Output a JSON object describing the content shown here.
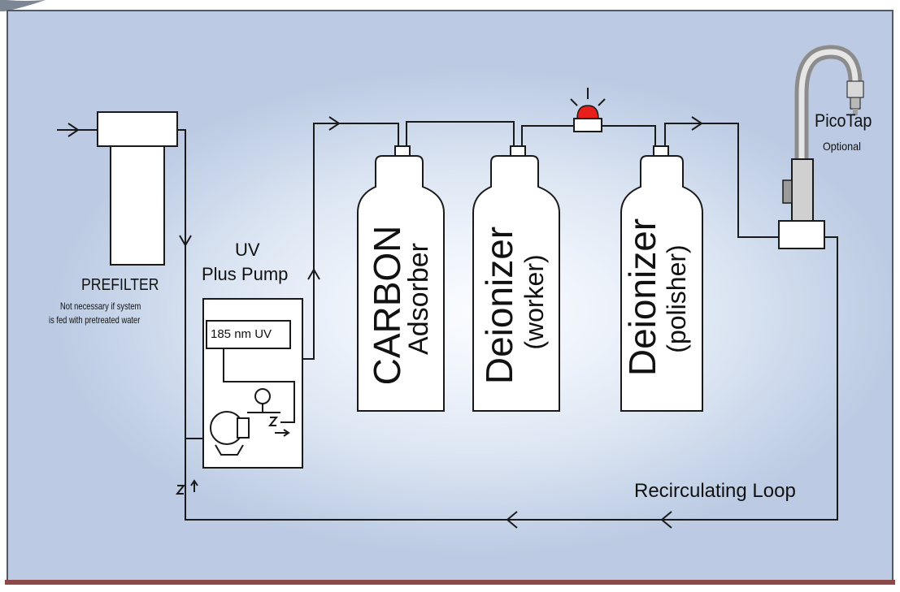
{
  "prefilter": {
    "title": "PREFILTER",
    "note_line1": "Not necessary if system",
    "note_line2": "is fed with pretreated water"
  },
  "uv_unit": {
    "title_line1": "UV",
    "title_line2": "Plus Pump",
    "lamp_label": "185 nm UV"
  },
  "canisters": [
    {
      "line1": "CARBON",
      "line2": "Adsorber"
    },
    {
      "line1": "Deionizer",
      "line2": "(worker)"
    },
    {
      "line1": "Deionizer",
      "line2": "(polisher)"
    }
  ],
  "tap": {
    "title": "PicoTap",
    "subtitle": "Optional"
  },
  "loop_label": "Recirculating Loop",
  "colors": {
    "background": "#c9d6ea",
    "alarm": "#e8201b",
    "line": "#1a1a1a"
  }
}
